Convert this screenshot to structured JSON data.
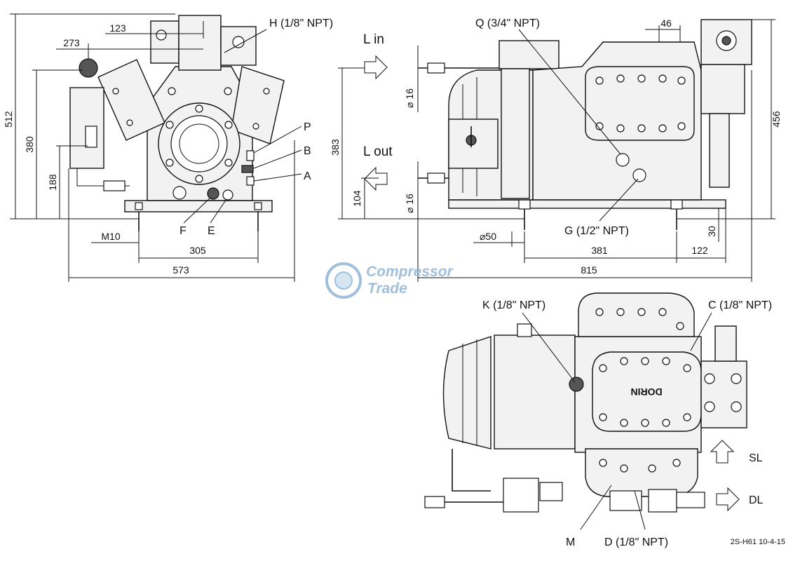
{
  "drawing": {
    "reference": "2S-H61 10-4-15",
    "watermark": {
      "line1": "Compressor",
      "line2": "Trade"
    }
  },
  "front_view": {
    "dimensions": {
      "d123": "123",
      "d273": "273",
      "d512": "512",
      "d380": "380",
      "d188": "188",
      "m10": "M10",
      "d305": "305",
      "d573": "573"
    },
    "callouts": {
      "h": "H (1/8\" NPT)",
      "p": "P",
      "b": "B",
      "a": "A",
      "f": "F",
      "e": "E"
    }
  },
  "side_view": {
    "dimensions": {
      "d46": "46",
      "d16a": "⌀ 16",
      "d383": "383",
      "d104": "104",
      "d16b": "⌀ 16",
      "d50": "⌀50",
      "d381": "381",
      "d122": "122",
      "d815": "815",
      "d456": "456",
      "d30": "30"
    },
    "callouts": {
      "q": "Q (3/4\" NPT)",
      "g": "G (1/2\" NPT)",
      "l_in": "L in",
      "l_out": "L out"
    }
  },
  "top_view": {
    "callouts": {
      "k": "K (1/8\" NPT)",
      "c": "C (1/8\" NPT)",
      "sl": "SL",
      "dl": "DL",
      "m": "M",
      "d": "D (1/8\" NPT)"
    },
    "stamp": "DORIN"
  }
}
